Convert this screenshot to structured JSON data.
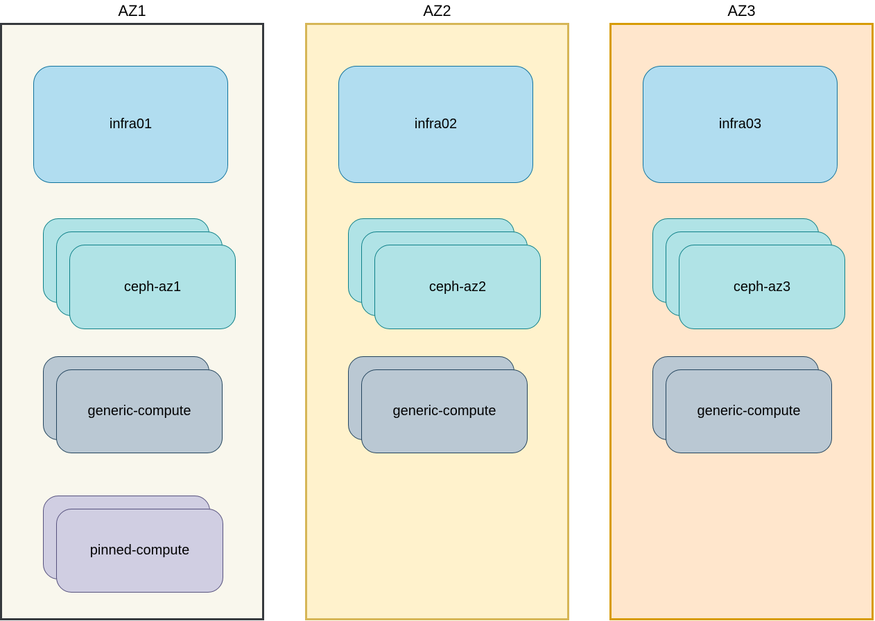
{
  "diagram": {
    "zones": [
      {
        "title": "AZ1",
        "colors": {
          "background": "#F9F7ED",
          "border": "#36393D"
        },
        "nodes": [
          {
            "label": "infra01",
            "stack_count": 1
          },
          {
            "label": "ceph-az1",
            "stack_count": 3
          },
          {
            "label": "generic-compute",
            "stack_count": 2
          },
          {
            "label": "pinned-compute",
            "stack_count": 2
          }
        ]
      },
      {
        "title": "AZ2",
        "colors": {
          "background": "#FFF2CC",
          "border": "#D6B656"
        },
        "nodes": [
          {
            "label": "infra02",
            "stack_count": 1
          },
          {
            "label": "ceph-az2",
            "stack_count": 3
          },
          {
            "label": "generic-compute",
            "stack_count": 2
          }
        ]
      },
      {
        "title": "AZ3",
        "colors": {
          "background": "#FFE6CC",
          "border": "#D79B00"
        },
        "nodes": [
          {
            "label": "infra03",
            "stack_count": 1
          },
          {
            "label": "ceph-az3",
            "stack_count": 3
          },
          {
            "label": "generic-compute",
            "stack_count": 2
          }
        ]
      }
    ],
    "node_styles": {
      "infra": {
        "fill": "#B1DDF0",
        "stroke": "#10739E"
      },
      "ceph": {
        "fill": "#B0E3E6",
        "stroke": "#0E8088"
      },
      "generic-compute": {
        "fill": "#BAC8D3",
        "stroke": "#23445D"
      },
      "pinned-compute": {
        "fill": "#D0CEE2",
        "stroke": "#56517E"
      }
    }
  }
}
